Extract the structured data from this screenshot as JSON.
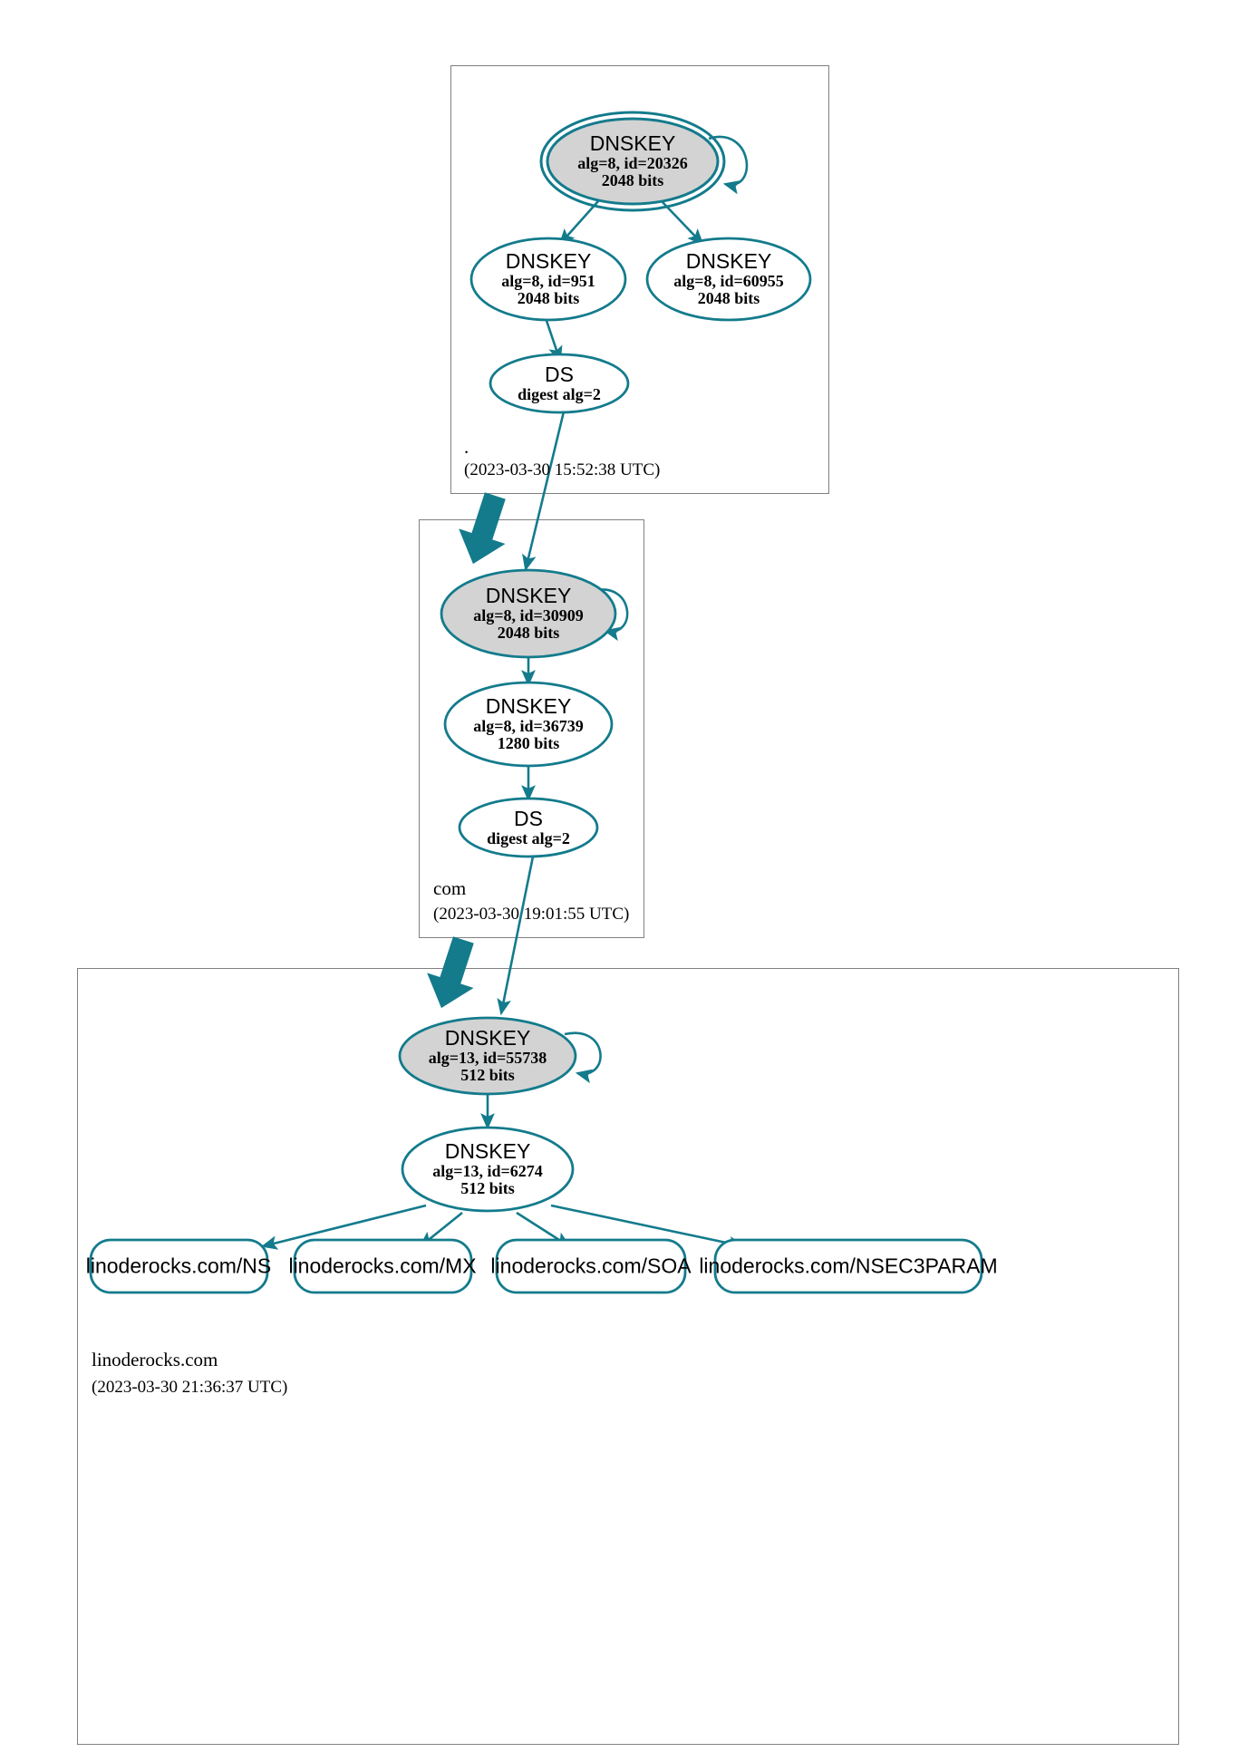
{
  "diagram": {
    "type": "dnssec-authentication-chain",
    "colors": {
      "edge": "#137B8C",
      "node_stroke": "#137B8C",
      "secure_key_fill": "#D3D3D3",
      "plain_fill": "#FFFFFF",
      "zone_border": "#808080",
      "text": "#000000"
    }
  },
  "zones": [
    {
      "id": "root",
      "name": ".",
      "timestamp": "(2023-03-30 15:52:38 UTC)",
      "nodes": [
        {
          "id": "root-ksk",
          "kind": "DNSKEY",
          "title": "DNSKEY",
          "line2": "alg=8, id=20326",
          "line3": "2048 bits",
          "alg": 8,
          "key_id": 20326,
          "bits": 2048,
          "trust_anchor": true,
          "shaded": true,
          "self_signed": true
        },
        {
          "id": "root-zsk-951",
          "kind": "DNSKEY",
          "title": "DNSKEY",
          "line2": "alg=8, id=951",
          "line3": "2048 bits",
          "alg": 8,
          "key_id": 951,
          "bits": 2048,
          "trust_anchor": false,
          "shaded": false,
          "self_signed": false
        },
        {
          "id": "root-zsk-60955",
          "kind": "DNSKEY",
          "title": "DNSKEY",
          "line2": "alg=8, id=60955",
          "line3": "2048 bits",
          "alg": 8,
          "key_id": 60955,
          "bits": 2048,
          "trust_anchor": false,
          "shaded": false,
          "self_signed": false
        },
        {
          "id": "root-ds",
          "kind": "DS",
          "title": "DS",
          "line2": "digest alg=2",
          "line3": "",
          "digest_alg": 2,
          "shaded": false
        }
      ]
    },
    {
      "id": "com",
      "name": "com",
      "timestamp": "(2023-03-30 19:01:55 UTC)",
      "nodes": [
        {
          "id": "com-ksk",
          "kind": "DNSKEY",
          "title": "DNSKEY",
          "line2": "alg=8, id=30909",
          "line3": "2048 bits",
          "alg": 8,
          "key_id": 30909,
          "bits": 2048,
          "trust_anchor": false,
          "shaded": true,
          "self_signed": true
        },
        {
          "id": "com-zsk",
          "kind": "DNSKEY",
          "title": "DNSKEY",
          "line2": "alg=8, id=36739",
          "line3": "1280 bits",
          "alg": 8,
          "key_id": 36739,
          "bits": 1280,
          "trust_anchor": false,
          "shaded": false,
          "self_signed": false
        },
        {
          "id": "com-ds",
          "kind": "DS",
          "title": "DS",
          "line2": "digest alg=2",
          "line3": "",
          "digest_alg": 2,
          "shaded": false
        }
      ]
    },
    {
      "id": "linoderocks",
      "name": "linoderocks.com",
      "timestamp": "(2023-03-30 21:36:37 UTC)",
      "nodes": [
        {
          "id": "lr-ksk",
          "kind": "DNSKEY",
          "title": "DNSKEY",
          "line2": "alg=13, id=55738",
          "line3": "512 bits",
          "alg": 13,
          "key_id": 55738,
          "bits": 512,
          "trust_anchor": false,
          "shaded": true,
          "self_signed": true
        },
        {
          "id": "lr-zsk",
          "kind": "DNSKEY",
          "title": "DNSKEY",
          "line2": "alg=13, id=6274",
          "line3": "512 bits",
          "alg": 13,
          "key_id": 6274,
          "bits": 512,
          "trust_anchor": false,
          "shaded": false,
          "self_signed": false
        }
      ],
      "rrsets": [
        {
          "id": "rr-ns",
          "label": "linoderocks.com/NS"
        },
        {
          "id": "rr-mx",
          "label": "linoderocks.com/MX"
        },
        {
          "id": "rr-soa",
          "label": "linoderocks.com/SOA"
        },
        {
          "id": "rr-nsec3param",
          "label": "linoderocks.com/NSEC3PARAM"
        }
      ]
    }
  ],
  "edges": [
    {
      "from": "root-ksk",
      "to": "root-ksk",
      "type": "self-sign"
    },
    {
      "from": "root-ksk",
      "to": "root-zsk-951",
      "type": "signs"
    },
    {
      "from": "root-ksk",
      "to": "root-zsk-60955",
      "type": "signs"
    },
    {
      "from": "root-zsk-951",
      "to": "root-ds",
      "type": "signs"
    },
    {
      "from": "root-ds",
      "to": "com-ksk",
      "type": "delegation-digest"
    },
    {
      "from": "root",
      "to": "com",
      "type": "zone-delegation"
    },
    {
      "from": "com-ksk",
      "to": "com-ksk",
      "type": "self-sign"
    },
    {
      "from": "com-ksk",
      "to": "com-zsk",
      "type": "signs"
    },
    {
      "from": "com-zsk",
      "to": "com-ds",
      "type": "signs"
    },
    {
      "from": "com-ds",
      "to": "lr-ksk",
      "type": "delegation-digest"
    },
    {
      "from": "com",
      "to": "linoderocks",
      "type": "zone-delegation"
    },
    {
      "from": "lr-ksk",
      "to": "lr-ksk",
      "type": "self-sign"
    },
    {
      "from": "lr-ksk",
      "to": "lr-zsk",
      "type": "signs"
    },
    {
      "from": "lr-zsk",
      "to": "rr-ns",
      "type": "signs"
    },
    {
      "from": "lr-zsk",
      "to": "rr-mx",
      "type": "signs"
    },
    {
      "from": "lr-zsk",
      "to": "rr-soa",
      "type": "signs"
    },
    {
      "from": "lr-zsk",
      "to": "rr-nsec3param",
      "type": "signs"
    }
  ]
}
